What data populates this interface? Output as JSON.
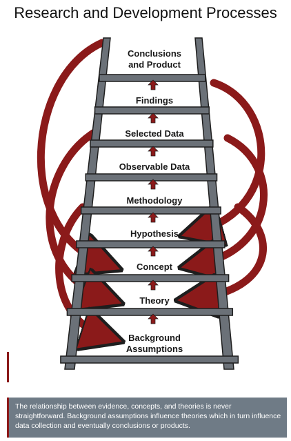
{
  "title": "Research and Development Processes",
  "ladder_steps": [
    "Conclusions\nand Product",
    "Findings",
    "Selected Data",
    "Observable Data",
    "Methodology",
    "Hypothesis",
    "Concept",
    "Theory",
    "Background\nAssumptions"
  ],
  "caption": "The relationship between evidence, concepts, and theories is never straightforward. Background assumptions influence theories which in turn influence data collection and eventually conclusions or products.",
  "colors": {
    "rail": "#6b7178",
    "rung": "#6b7178",
    "outline": "#1e1e1e",
    "arrow": "#8b1a1a",
    "caption_bg": "#6f7b86"
  }
}
